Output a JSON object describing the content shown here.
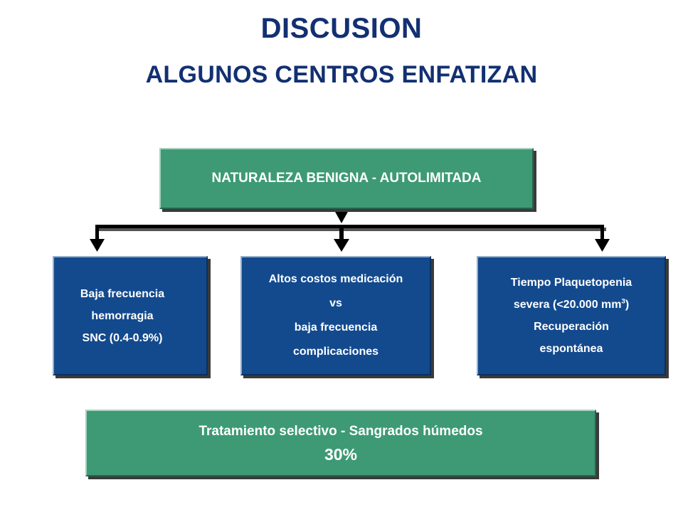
{
  "slide": {
    "title": "DISCUSION",
    "subtitle": "ALGUNOS CENTROS ENFATIZAN"
  },
  "diagram": {
    "top_box": {
      "label": "NATURALEZA BENIGNA - AUTOLIMITADA"
    },
    "left_box": {
      "lines": [
        "Baja frecuencia",
        "hemorragia",
        "SNC (0.4-0.9%)"
      ]
    },
    "middle_box": {
      "lines": [
        "Altos costos medicación",
        "vs",
        "baja frecuencia",
        "complicaciones"
      ]
    },
    "right_box": {
      "line1": "Tiempo Plaquetopenia",
      "line2_prefix": "severa (<20.000 mm",
      "line2_sup": "3",
      "line2_suffix": ")",
      "line3": "Recuperación",
      "line4": "espontánea"
    },
    "bottom_box": {
      "line1": "Tratamiento selectivo - Sangrados húmedos",
      "line2": "30%"
    },
    "colors": {
      "title": "#123072",
      "green_box": "#3d9a74",
      "blue_box": "#134a8e",
      "connector": "#000000"
    }
  }
}
